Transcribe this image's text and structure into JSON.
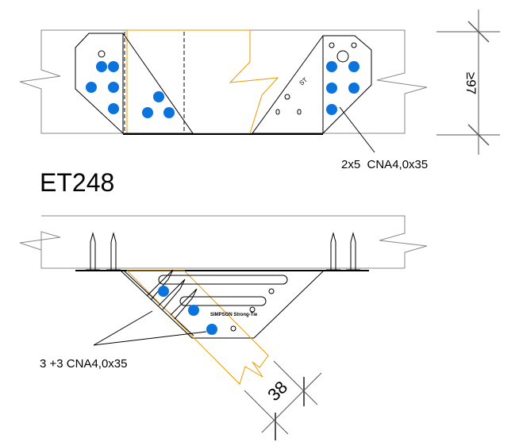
{
  "title": "ET248",
  "top_view": {
    "fastener_label": "2x5  CNA4,0x35",
    "dimension_label": "≥97"
  },
  "bottom_view": {
    "fastener_label": "3 +3 CNA4,0x35",
    "dimension_label": "38",
    "plate_logo": "SIMPSON Strong-Tie"
  },
  "colors": {
    "fastener": "#0a74dc",
    "joist": "#e89a00",
    "beam": "#888888",
    "line": "#000000"
  }
}
